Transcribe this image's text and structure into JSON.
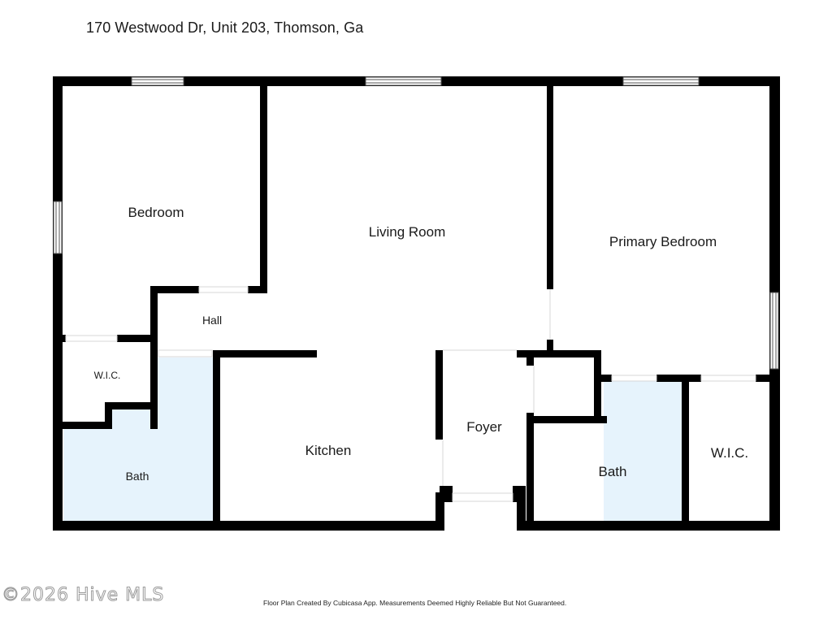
{
  "address": "170 Westwood Dr, Unit 203, Thomson, Ga",
  "rooms": {
    "bedroom": "Bedroom",
    "living_room": "Living Room",
    "primary_bedroom": "Primary Bedroom",
    "hall": "Hall",
    "wic_left": "W.I.C.",
    "bath_left": "Bath",
    "kitchen": "Kitchen",
    "foyer": "Foyer",
    "bath_right": "Bath",
    "wic_right": "W.I.C."
  },
  "watermark": "©2026 Hive MLS",
  "footer": "Floor Plan Created By Cubicasa App. Measurements Deemed Highly Reliable But Not Guaranteed.",
  "colors": {
    "wall": "#000000",
    "bath_fill": "#e6f3fc",
    "window": "#ffffff"
  }
}
